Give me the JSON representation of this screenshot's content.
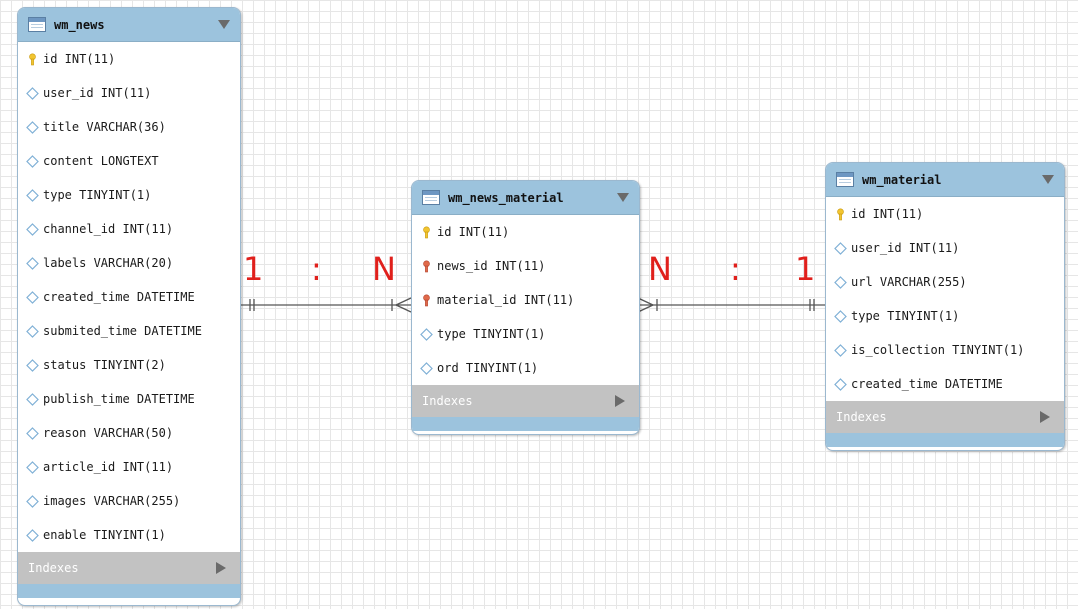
{
  "tables": {
    "news": {
      "name": "wm_news",
      "rows": [
        {
          "text": "id INT(11)",
          "icon": "primary-key-icon"
        },
        {
          "text": "user_id INT(11)",
          "icon": "column-diamond-icon"
        },
        {
          "text": "title VARCHAR(36)",
          "icon": "column-diamond-icon"
        },
        {
          "text": "content LONGTEXT",
          "icon": "column-diamond-icon"
        },
        {
          "text": "type TINYINT(1)",
          "icon": "column-diamond-icon"
        },
        {
          "text": "channel_id INT(11)",
          "icon": "column-diamond-icon"
        },
        {
          "text": "labels VARCHAR(20)",
          "icon": "column-diamond-icon"
        },
        {
          "text": "created_time DATETIME",
          "icon": "column-diamond-icon"
        },
        {
          "text": "submited_time DATETIME",
          "icon": "column-diamond-icon"
        },
        {
          "text": "status TINYINT(2)",
          "icon": "column-diamond-icon"
        },
        {
          "text": "publish_time DATETIME",
          "icon": "column-diamond-icon"
        },
        {
          "text": "reason VARCHAR(50)",
          "icon": "column-diamond-icon"
        },
        {
          "text": "article_id INT(11)",
          "icon": "column-diamond-icon"
        },
        {
          "text": "images VARCHAR(255)",
          "icon": "column-diamond-icon"
        },
        {
          "text": "enable TINYINT(1)",
          "icon": "column-diamond-icon"
        }
      ],
      "indexes_label": "Indexes"
    },
    "news_material": {
      "name": "wm_news_material",
      "rows": [
        {
          "text": "id INT(11)",
          "icon": "primary-key-icon"
        },
        {
          "text": "news_id INT(11)",
          "icon": "foreign-key-icon"
        },
        {
          "text": "material_id INT(11)",
          "icon": "foreign-key-icon"
        },
        {
          "text": "type TINYINT(1)",
          "icon": "column-diamond-icon"
        },
        {
          "text": "ord TINYINT(1)",
          "icon": "column-diamond-icon"
        }
      ],
      "indexes_label": "Indexes"
    },
    "material": {
      "name": "wm_material",
      "rows": [
        {
          "text": "id INT(11)",
          "icon": "primary-key-icon"
        },
        {
          "text": "user_id INT(11)",
          "icon": "column-diamond-icon"
        },
        {
          "text": "url VARCHAR(255)",
          "icon": "column-diamond-icon"
        },
        {
          "text": "type TINYINT(1)",
          "icon": "column-diamond-icon"
        },
        {
          "text": "is_collection TINYINT(1)",
          "icon": "column-diamond-icon"
        },
        {
          "text": "created_time DATETIME",
          "icon": "column-diamond-icon"
        }
      ],
      "indexes_label": "Indexes"
    }
  },
  "relations": [
    {
      "left_label": "1",
      "separator": ":",
      "right_label": "N"
    },
    {
      "left_label": "N",
      "separator": ":",
      "right_label": "1"
    }
  ],
  "colors": {
    "header": "#9cc3dd",
    "indexes_bar": "#c2c2c2",
    "relation_label": "#e0201c",
    "primary_key": "#f2c530",
    "foreign_key": "#e06a4a",
    "column_diamond": "#7fb0d6"
  }
}
